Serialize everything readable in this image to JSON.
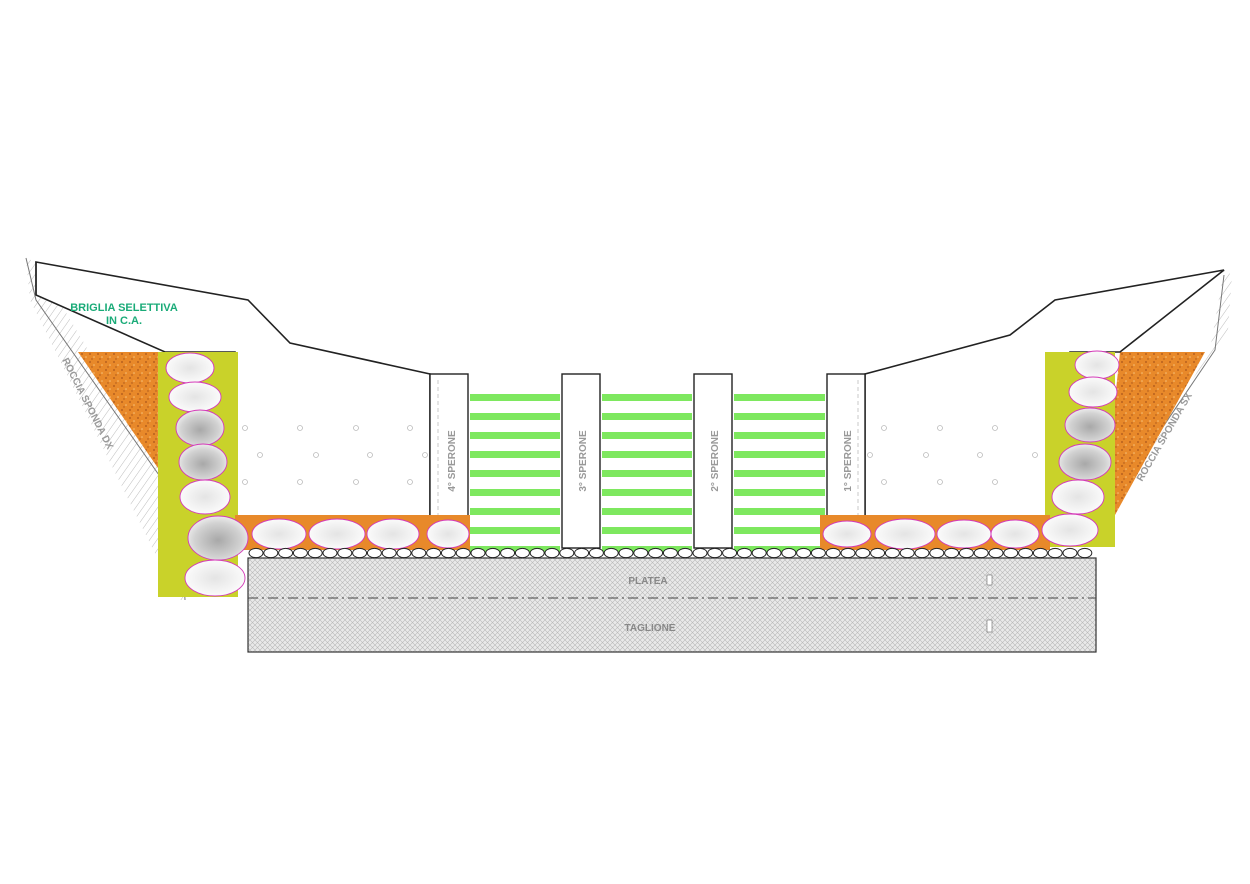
{
  "title": {
    "line1": "BRIGLIA SELETTIVA",
    "line2": "IN C.A.",
    "color": "#1aab78"
  },
  "banks": {
    "left": "ROCCIA SPONDA DX",
    "right": "ROCCIA SPONDA SX"
  },
  "spurs": [
    "4° SPERONE",
    "3° SPERONE",
    "2° SPERONE",
    "1° SPERONE"
  ],
  "foundation": {
    "upper": "PLATEA",
    "lower": "TAGLIONE"
  },
  "colors": {
    "grate": "#7ee85f",
    "fill": "#e8892a",
    "mortar": "#c9d22a",
    "stone_outline": "#d43ab8",
    "hatch": "#bdbdbd"
  }
}
